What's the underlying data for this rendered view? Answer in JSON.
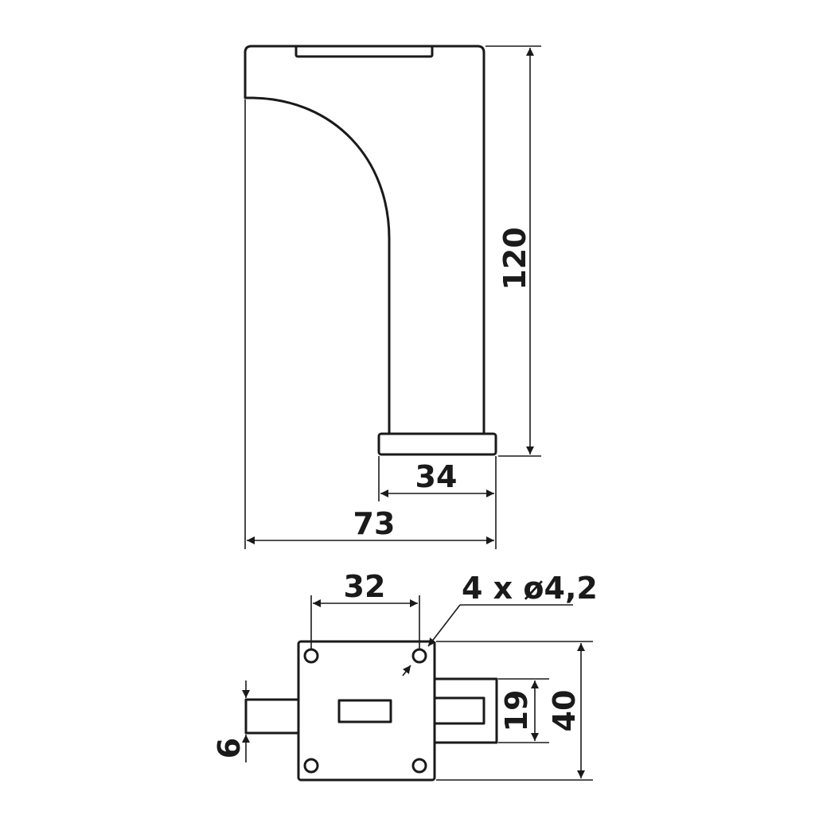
{
  "dimensions": {
    "height": "120",
    "foot_width": "34",
    "total_width": "73",
    "hole_spacing": "32",
    "holes": "4 x ø4,2",
    "slot_height": "19",
    "plate_height": "40",
    "rod_thickness": "6"
  }
}
